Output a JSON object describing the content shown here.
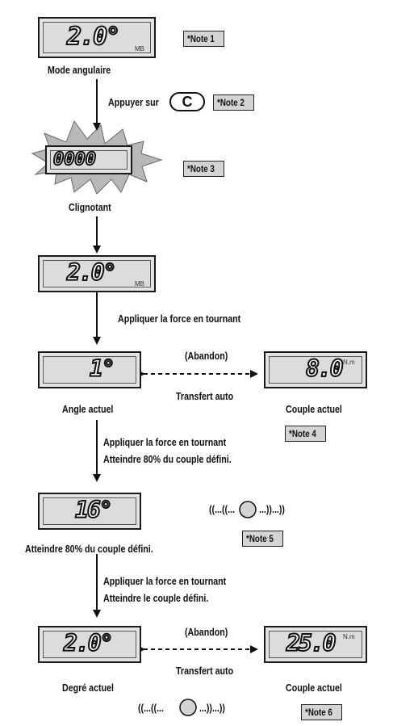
{
  "displays": {
    "d1": {
      "value": "2.0°",
      "sub": "MB"
    },
    "d2": {
      "value": "0000"
    },
    "d3": {
      "value": "2.0°",
      "sub": "MB"
    },
    "d4": {
      "value": "1°"
    },
    "d5": {
      "value": "8.0",
      "sub": "N.m"
    },
    "d6": {
      "value": "16°"
    },
    "d7": {
      "value": "2.0°"
    },
    "d8": {
      "value": "25.0",
      "sub": "N.m"
    }
  },
  "labels": {
    "mode": "Mode angulaire",
    "press": "Appuyer sur",
    "c_button": "C",
    "blinking": "Clignotant",
    "apply1": "Appliquer la force en tournant",
    "abandon1": "(Abandon)",
    "transfer1": "Transfert auto",
    "angle_actual": "Angle actuel",
    "torque_actual1": "Couple actuel",
    "apply2a": "Appliquer la force en tournant",
    "apply2b": "Atteindre 80% du couple défini.",
    "reach80": "Atteindre 80% du couple défini.",
    "beep1_left": "((...((...",
    "beep1_right": "...))...))",
    "apply3a": "Appliquer la force en tournant",
    "apply3b": "Atteindre le couple défini.",
    "abandon2": "(Abandon)",
    "transfer2": "Transfert auto",
    "degree_actual": "Degré actuel",
    "torque_actual2": "Couple actuel",
    "beep2_left": "((...((...",
    "beep2_right": "...))...))"
  },
  "notes": {
    "n1": "*Note 1",
    "n2": "*Note 2",
    "n3": "*Note 3",
    "n4": "*Note 4",
    "n5": "*Note 5",
    "n6": "*Note 6"
  }
}
